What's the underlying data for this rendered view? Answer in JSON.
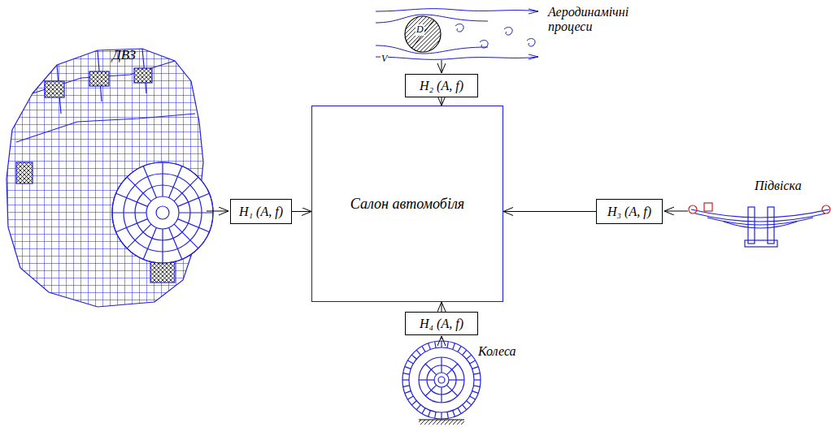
{
  "diagram": {
    "nodes": [
      {
        "text": [
          "Салон автомобіля"
        ]
      },
      {
        "text": [
          "H₁ (A, f)"
        ]
      },
      {
        "text": [
          "H₂ (A, f)"
        ]
      },
      {
        "text": [
          "H₃ (A, f)"
        ]
      },
      {
        "text": [
          "H₄ (A, f)"
        ]
      }
    ],
    "edges": [
      {
        "from": 1,
        "to": 0,
        "arrow": "to"
      },
      {
        "from": 2,
        "to": 0,
        "arrow": "to"
      },
      {
        "from": 3,
        "to": 0,
        "arrow": "to"
      },
      {
        "from": 4,
        "to": 0,
        "arrow": "to"
      }
    ],
    "labels": [
      "ДВЗ",
      "Аеродинамічні процеси",
      "V",
      "D",
      "Підвіска",
      "Колеса"
    ]
  }
}
